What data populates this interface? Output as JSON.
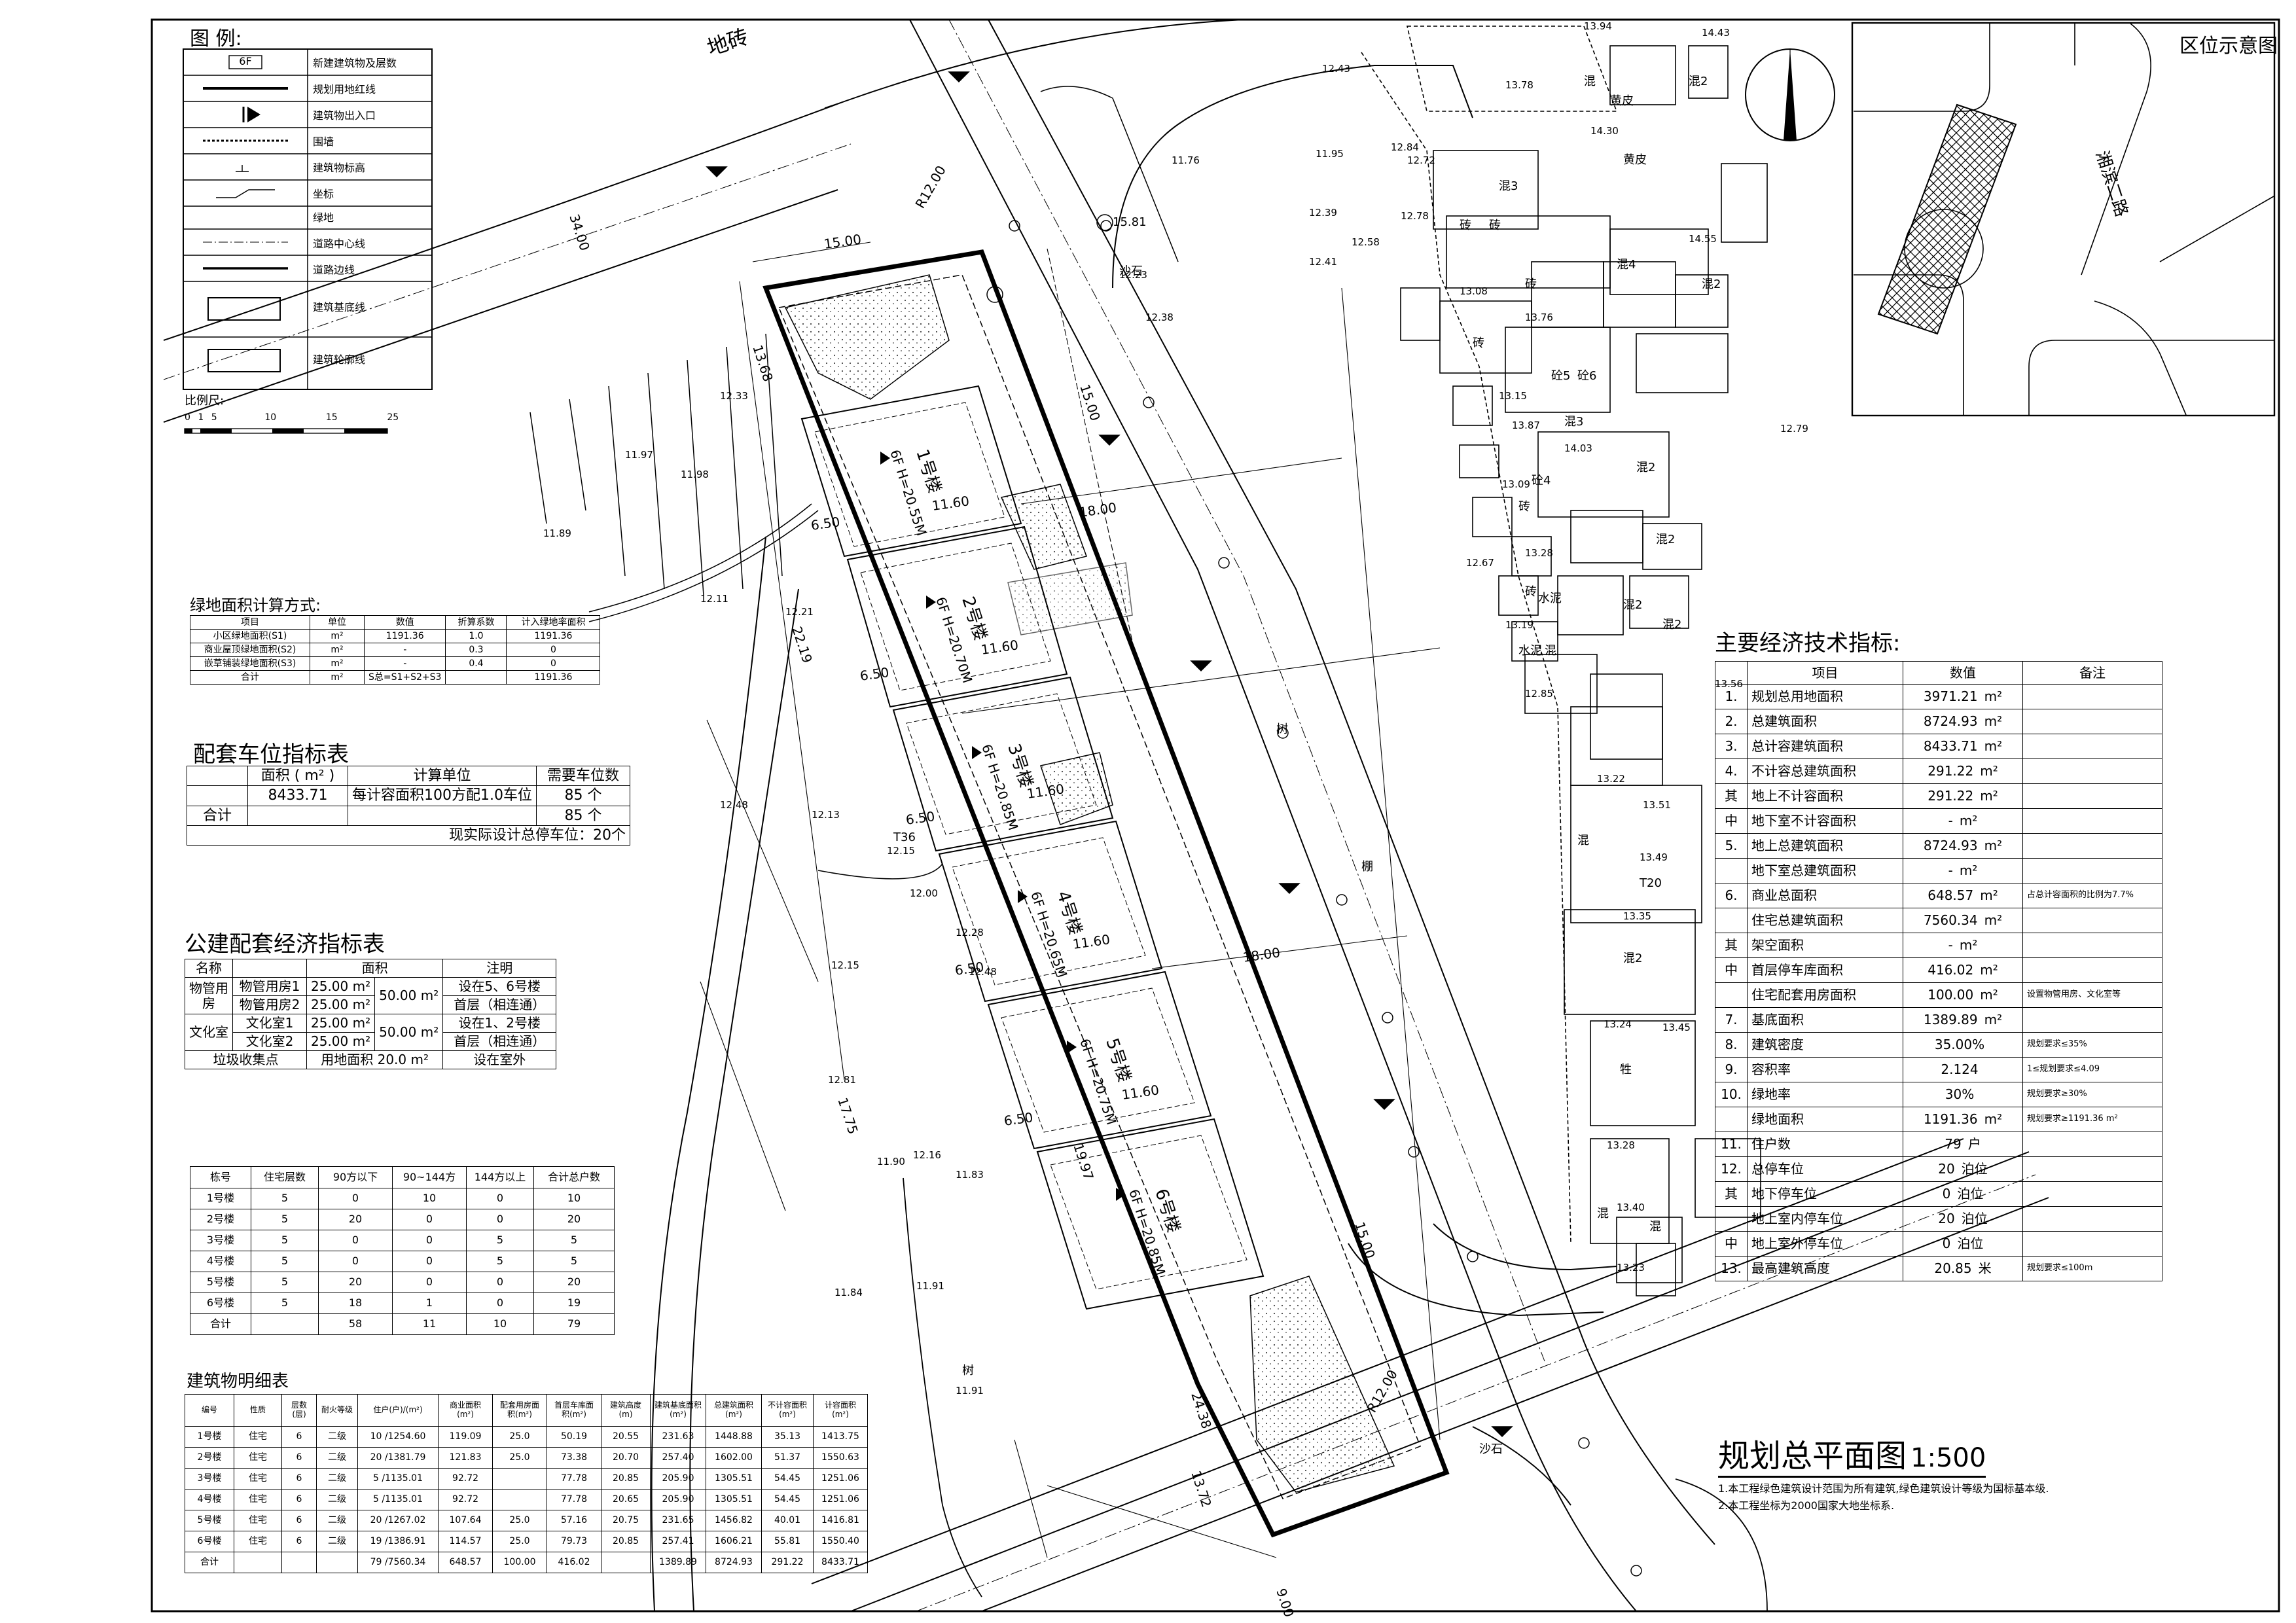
{
  "legend": {
    "title": "图  例:",
    "tag_6f": "6F",
    "items": [
      "新建建筑物及层数",
      "规划用地红线",
      "建筑物出入口",
      "围墙",
      "建筑物标高",
      "坐标",
      "绿地",
      "道路中心线",
      "道路边线",
      "建筑基底线",
      "建筑轮廓线"
    ],
    "scale_label": "比例尺:",
    "scale_ticks": [
      "0",
      "1",
      "5",
      "10",
      "15",
      "25"
    ]
  },
  "inset": {
    "title": "区位示意图",
    "road_label": "湘滨二路"
  },
  "green_calc": {
    "title": "绿地面积计算方式:",
    "header": [
      "项目",
      "单位",
      "数值",
      "折算系数",
      "计入绿地率面积"
    ],
    "rows": [
      [
        "小区绿地面积(S1)",
        "m²",
        "1191.36",
        "1.0",
        "1191.36"
      ],
      [
        "商业屋顶绿地面积(S2)",
        "m²",
        "-",
        "0.3",
        "0"
      ],
      [
        "嵌草铺装绿地面积(S3)",
        "m²",
        "-",
        "0.4",
        "0"
      ],
      [
        "合计",
        "m²",
        "S总=S1+S2+S3",
        "",
        "1191.36"
      ]
    ]
  },
  "parking": {
    "title": "配套车位指标表",
    "header": [
      "",
      "面积 ( m² )",
      "计算单位",
      "需要车位数"
    ],
    "row1": [
      "",
      "8433.71",
      "每计容面积100方配1.0车位",
      "85  个"
    ],
    "row2": [
      "合计",
      "",
      "",
      "85  个"
    ],
    "footer": "现实际设计总停车位：20个"
  },
  "public": {
    "title": "公建配套经济指标表",
    "header": [
      "名称",
      "",
      "面积",
      "",
      "注明"
    ],
    "group1": "物管用房",
    "group2": "文化室",
    "rows": [
      [
        "物管用房1",
        "25.00 m²",
        "50.00 m²",
        "设在5、6号楼"
      ],
      [
        "物管用房2",
        "25.00 m²",
        "",
        "首层（相连通）"
      ],
      [
        "文化室1",
        "25.00 m²",
        "50.00 m²",
        "设在1、2号楼"
      ],
      [
        "文化室2",
        "25.00 m²",
        "",
        "首层（相连通）"
      ]
    ],
    "last": [
      "垃圾收集点",
      "用地面积  20.0  m²",
      "设在室外"
    ]
  },
  "units": {
    "header": [
      "栋号",
      "住宅层数",
      "90方以下",
      "90~144方",
      "144方以上",
      "合计总户数"
    ],
    "rows": [
      [
        "1号楼",
        "5",
        "0",
        "10",
        "0",
        "10"
      ],
      [
        "2号楼",
        "5",
        "20",
        "0",
        "0",
        "20"
      ],
      [
        "3号楼",
        "5",
        "0",
        "0",
        "5",
        "5"
      ],
      [
        "4号楼",
        "5",
        "0",
        "0",
        "5",
        "5"
      ],
      [
        "5号楼",
        "5",
        "20",
        "0",
        "0",
        "20"
      ],
      [
        "6号楼",
        "5",
        "18",
        "1",
        "0",
        "19"
      ],
      [
        "合计",
        "",
        "58",
        "11",
        "10",
        "79"
      ]
    ]
  },
  "detail": {
    "title": "建筑物明细表",
    "header": [
      "编号",
      "性质",
      "层数(层)",
      "耐火等级",
      "住户(户)/(m²)",
      "商业面积(m²)",
      "配套用房面积(m²)",
      "首层车库面积(m²)",
      "建筑高度(m)",
      "建筑基底面积(m²)",
      "总建筑面积(m²)",
      "不计容面积(m²)",
      "计容面积(m²)"
    ],
    "rows": [
      [
        "1号楼",
        "住宅",
        "6",
        "二级",
        "10 /1254.60",
        "119.09",
        "25.0",
        "50.19",
        "20.55",
        "231.63",
        "1448.88",
        "35.13",
        "1413.75"
      ],
      [
        "2号楼",
        "住宅",
        "6",
        "二级",
        "20 /1381.79",
        "121.83",
        "25.0",
        "73.38",
        "20.70",
        "257.40",
        "1602.00",
        "51.37",
        "1550.63"
      ],
      [
        "3号楼",
        "住宅",
        "6",
        "二级",
        "5 /1135.01",
        "92.72",
        "",
        "77.78",
        "20.85",
        "205.90",
        "1305.51",
        "54.45",
        "1251.06"
      ],
      [
        "4号楼",
        "住宅",
        "6",
        "二级",
        "5 /1135.01",
        "92.72",
        "",
        "77.78",
        "20.65",
        "205.90",
        "1305.51",
        "54.45",
        "1251.06"
      ],
      [
        "5号楼",
        "住宅",
        "6",
        "二级",
        "20 /1267.02",
        "107.64",
        "25.0",
        "57.16",
        "20.75",
        "231.65",
        "1456.82",
        "40.01",
        "1416.81"
      ],
      [
        "6号楼",
        "住宅",
        "6",
        "二级",
        "19 /1386.91",
        "114.57",
        "25.0",
        "79.73",
        "20.85",
        "257.41",
        "1606.21",
        "55.81",
        "1550.40"
      ],
      [
        "合计",
        "",
        "",
        "",
        "79 /7560.34",
        "648.57",
        "100.00",
        "416.02",
        "",
        "1389.89",
        "8724.93",
        "291.22",
        "8433.71"
      ]
    ]
  },
  "econ": {
    "title": "主要经济技术指标:",
    "header": [
      "项目",
      "数值",
      "备注"
    ],
    "rows": [
      {
        "no": "1.",
        "item": "规划总用地面积",
        "val": "3971.21",
        "unit": "m²",
        "note": ""
      },
      {
        "no": "2.",
        "item": "总建筑面积",
        "val": "8724.93",
        "unit": "m²",
        "note": ""
      },
      {
        "no": "3.",
        "item": "总计容建筑面积",
        "val": "8433.71",
        "unit": "m²",
        "note": ""
      },
      {
        "no": "4.",
        "item": "不计容总建筑面积",
        "val": "291.22",
        "unit": "m²",
        "note": ""
      },
      {
        "no": "其",
        "item": "地上不计容面积",
        "val": "291.22",
        "unit": "m²",
        "note": ""
      },
      {
        "no": "中",
        "item": "地下室不计容面积",
        "val": "-",
        "unit": "m²",
        "note": ""
      },
      {
        "no": "5.",
        "item": "地上总建筑面积",
        "val": "8724.93",
        "unit": "m²",
        "note": ""
      },
      {
        "no": "",
        "item": "地下室总建筑面积",
        "val": "-",
        "unit": "m²",
        "note": ""
      },
      {
        "no": "6.",
        "item": "商业总面积",
        "val": "648.57",
        "unit": "m²",
        "note": "占总计容面积的比例为7.7%"
      },
      {
        "no": "",
        "item": "住宅总建筑面积",
        "val": "7560.34",
        "unit": "m²",
        "note": ""
      },
      {
        "no": "其",
        "item": "架空面积",
        "val": "-",
        "unit": "m²",
        "note": ""
      },
      {
        "no": "中",
        "item": "首层停车库面积",
        "val": "416.02",
        "unit": "m²",
        "note": ""
      },
      {
        "no": "",
        "item": "住宅配套用房面积",
        "val": "100.00",
        "unit": "m²",
        "note": "设置物管用房、文化室等"
      },
      {
        "no": "7.",
        "item": "基底面积",
        "val": "1389.89",
        "unit": "m²",
        "note": ""
      },
      {
        "no": "8.",
        "item": "建筑密度",
        "val": "35.00%",
        "unit": "",
        "note": "规划要求≤35%"
      },
      {
        "no": "9.",
        "item": "容积率",
        "val": "2.124",
        "unit": "",
        "note": "1≤规划要求≤4.09"
      },
      {
        "no": "10.",
        "item": "绿地率",
        "val": "30%",
        "unit": "",
        "note": "规划要求≥30%"
      },
      {
        "no": "",
        "item": "绿地面积",
        "val": "1191.36",
        "unit": "m²",
        "note": "规划要求≥1191.36 m²"
      },
      {
        "no": "11.",
        "item": "住户数",
        "val": "79",
        "unit": "户",
        "note": ""
      },
      {
        "no": "12.",
        "item": "总停车位",
        "val": "20",
        "unit": "泊位",
        "note": ""
      },
      {
        "no": "其",
        "item": "地下停车位",
        "val": "0",
        "unit": "泊位",
        "note": ""
      },
      {
        "no": "",
        "item": "地上室内停车位",
        "val": "20",
        "unit": "泊位",
        "note": ""
      },
      {
        "no": "中",
        "item": "地上室外停车位",
        "val": "0",
        "unit": "泊位",
        "note": ""
      },
      {
        "no": "13.",
        "item": "最高建筑高度",
        "val": "20.85",
        "unit": "米",
        "note": "规划要求≤100m"
      }
    ]
  },
  "plan": {
    "title": "规划总平面图",
    "scale": "1:500",
    "notes": [
      "1.本工程绿色建筑设计范围为所有建筑,绿色建筑设计等级为国标基本级.",
      "2.本工程坐标为2000国家大地坐标系."
    ]
  },
  "drawing": {
    "road_label": "地砖",
    "buildings": [
      {
        "name": "1号楼",
        "spec": "6F H=20.55M"
      },
      {
        "name": "2号楼",
        "spec": "6F H=20.70M"
      },
      {
        "name": "3号楼",
        "spec": "6F H=20.85M"
      },
      {
        "name": "4号楼",
        "spec": "6F H=20.65M"
      },
      {
        "name": "5号楼",
        "spec": "6F H=20.75M"
      },
      {
        "name": "6号楼",
        "spec": "6F H=20.85M"
      }
    ],
    "dims": [
      "34.00",
      "18.00",
      "18.00",
      "15.00",
      "15.00",
      "15.00",
      "13.68",
      "22.19",
      "17.75",
      "19.97",
      "24.38",
      "13.72",
      "11.60",
      "11.60",
      "11.60",
      "11.60",
      "11.60",
      "6.50",
      "6.50",
      "6.50",
      "6.50",
      "6.50",
      "R12.00",
      "R12.00",
      "9.00"
    ],
    "elevations": [
      "12.43",
      "11.95",
      "11.76",
      "12.39",
      "12.84",
      "12.78",
      "12.58",
      "12.41",
      "12.23",
      "12.38",
      "12.33",
      "11.97",
      "11.98",
      "11.89",
      "12.11",
      "12.21",
      "12.13",
      "12.48",
      "12.15",
      "12.00",
      "12.28",
      "12.15",
      "12.48",
      "12.81",
      "12.16",
      "11.83",
      "11.90",
      "11.84",
      "11.91",
      "11.91",
      "13.94",
      "14.43",
      "13.78",
      "14.30",
      "14.55",
      "13.08",
      "13.15",
      "13.87",
      "14.03",
      "13.09",
      "12.67",
      "13.28",
      "13.19",
      "12.85",
      "13.56",
      "13.22",
      "13.51",
      "13.49",
      "13.35",
      "13.24",
      "13.45",
      "13.28",
      "13.40",
      "13.23",
      "12.72",
      "12.79",
      "13.76"
    ],
    "context_labels": [
      "混",
      "混2",
      "混3",
      "混4",
      "混2",
      "砖",
      "砖",
      "黄皮",
      "黄皮",
      "砼5",
      "砼6",
      "砼4",
      "水泥",
      "水泥",
      "棚",
      "混",
      "混2",
      "混2",
      "混3",
      "混2",
      "混2",
      "混2",
      "混",
      "混",
      "混",
      "砖",
      "砖",
      "砖",
      "砖",
      "牲"
    ],
    "misc": [
      "T36",
      "T20",
      "沙石",
      "沙石",
      "树",
      "树",
      "15.81"
    ]
  },
  "colors": {
    "line": "#000000",
    "hatch": "#555555"
  }
}
